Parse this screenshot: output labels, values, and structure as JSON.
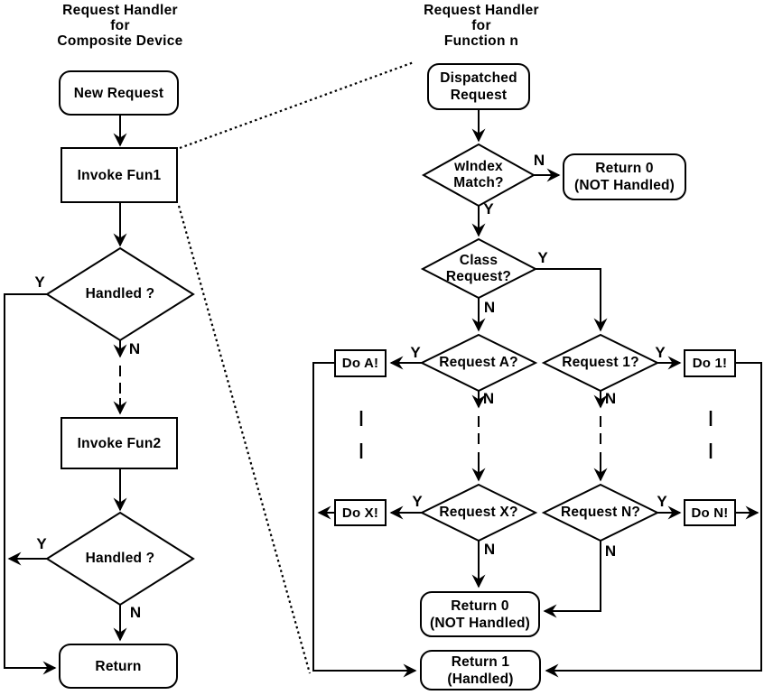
{
  "colors": {
    "ink": "#000000",
    "paper": "#ffffff"
  },
  "labels": {
    "yes": "Y",
    "no": "N"
  },
  "left_chart": {
    "title": "Request Handler\nfor\nComposite Device",
    "new_request": "New Request",
    "invoke_fun1": "Invoke Fun1",
    "handled_1": "Handled ?",
    "invoke_fun2": "Invoke Fun2",
    "handled_2": "Handled ?",
    "return": "Return"
  },
  "right_chart": {
    "title": "Request Handler\nfor\nFunction n",
    "dispatched": "Dispatched\nRequest",
    "windex_match": "wIndex\nMatch?",
    "return0_top": "Return 0\n(NOT Handled)",
    "class_request": "Class\nRequest?",
    "request_a": "Request A?",
    "request_1": "Request 1?",
    "do_a": "Do A!",
    "do_1": "Do 1!",
    "request_x": "Request X?",
    "request_n": "Request N?",
    "do_x": "Do X!",
    "do_n": "Do N!",
    "return0_bottom": "Return 0\n(NOT Handled)",
    "return_1": "Return 1\n(Handled)"
  }
}
